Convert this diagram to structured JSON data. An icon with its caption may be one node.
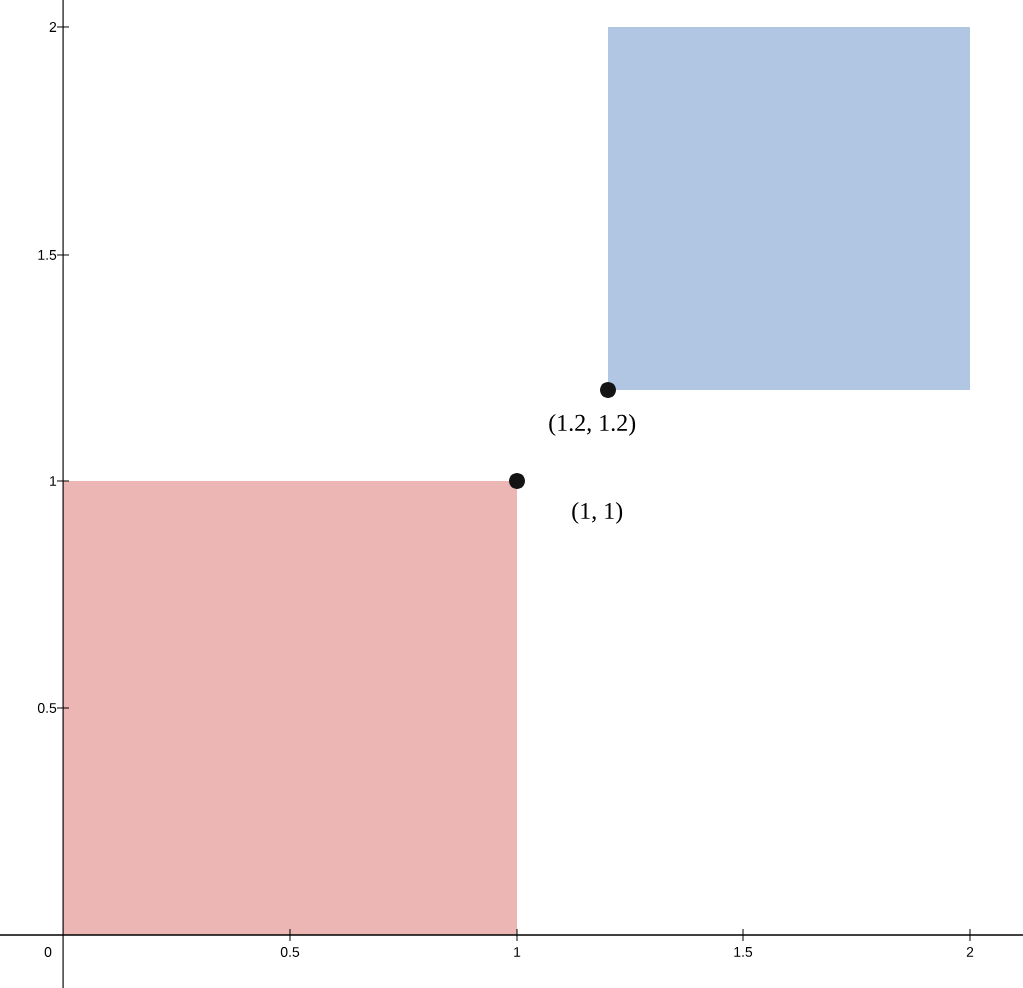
{
  "diagram": {
    "nodes": [
      {
        "text": [],
        "shape": "box"
      },
      {
        "text": [],
        "shape": "box"
      },
      {
        "text": [],
        "shape": "circle",
        "beside": [
          "(1, 1)"
        ]
      },
      {
        "text": [],
        "shape": "circle",
        "beside": [
          "(1.2, 1.2)"
        ]
      }
    ],
    "labels": [
      "2",
      "1.5",
      "1",
      "0.5",
      "0",
      "0.5",
      "1",
      "1.5",
      "2"
    ]
  }
}
